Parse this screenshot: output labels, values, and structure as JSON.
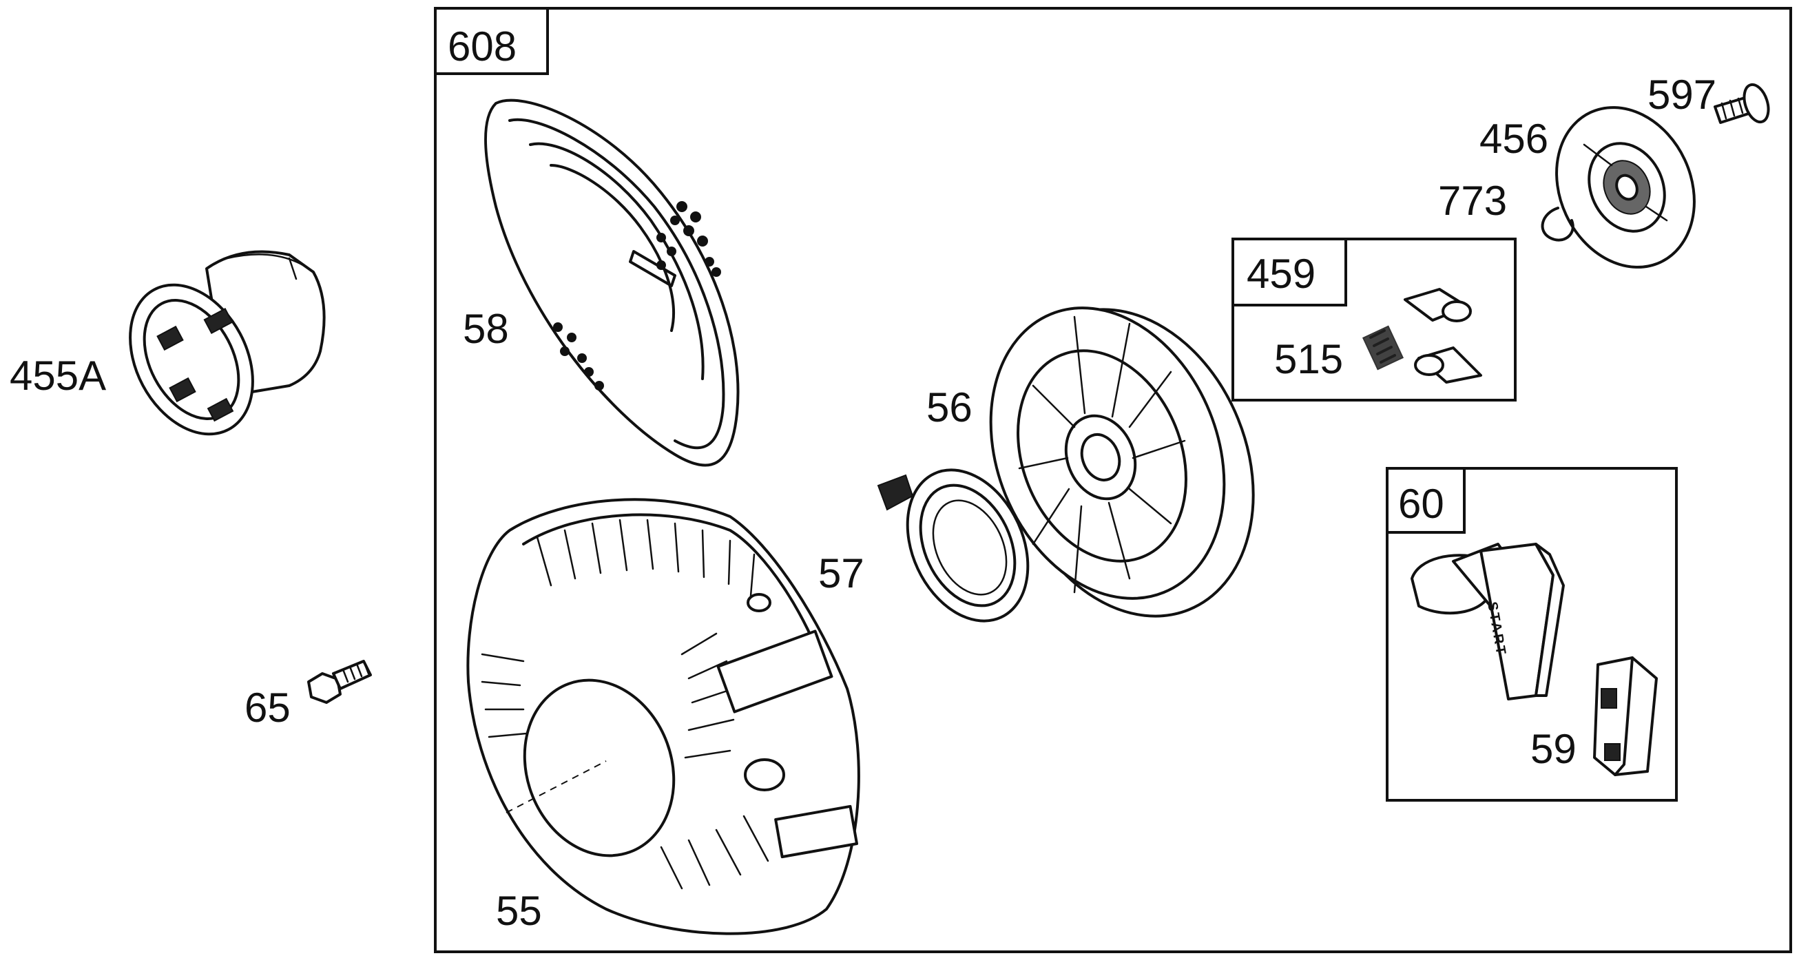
{
  "diagram": {
    "kit_labels": {
      "k608": "608",
      "k459": "459",
      "k60": "60"
    },
    "part_labels": {
      "p455A": "455A",
      "p65": "65",
      "p58": "58",
      "p55": "55",
      "p57": "57",
      "p56": "56",
      "p515": "515",
      "p597": "597",
      "p456": "456",
      "p773": "773",
      "p59": "59"
    },
    "handle_text": "START",
    "line_color": "#111111",
    "background": "#ffffff"
  }
}
